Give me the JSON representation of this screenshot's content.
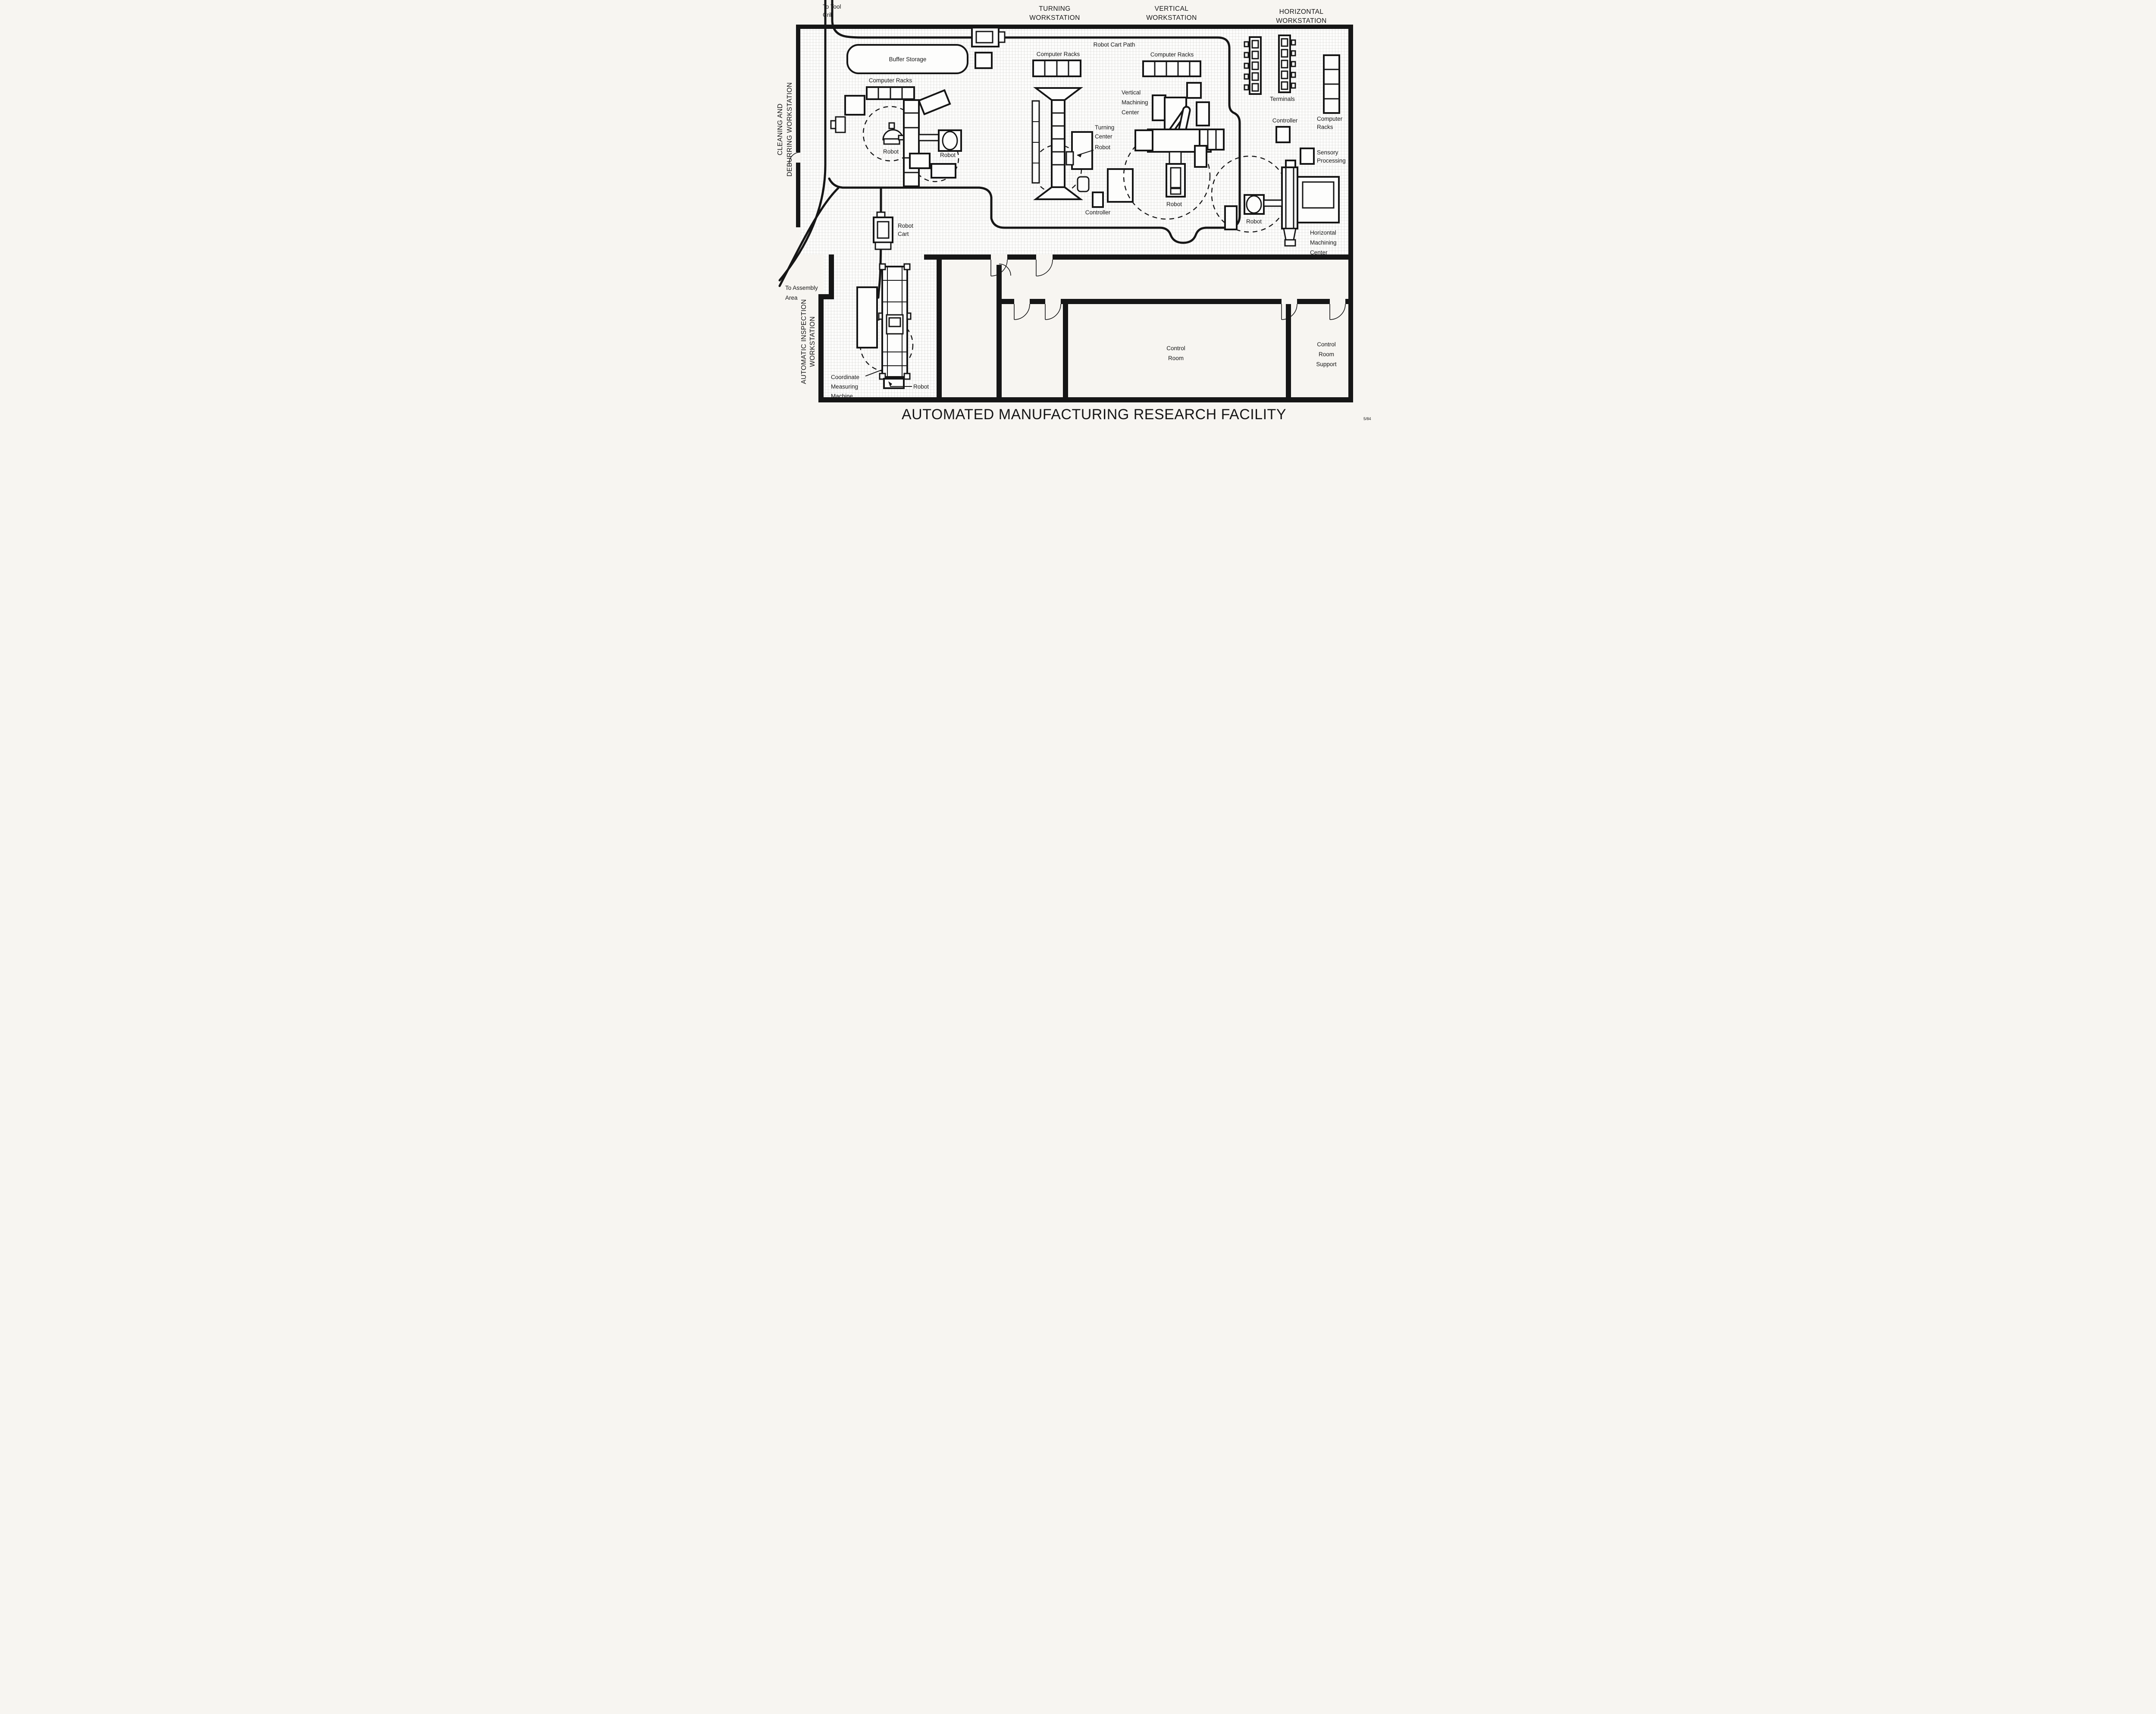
{
  "title": "AUTOMATED MANUFACTURING RESEARCH FACILITY",
  "revision": "5/84",
  "headers": {
    "turning": [
      "TURNING",
      "WORKSTATION"
    ],
    "vertical": [
      "VERTICAL",
      "WORKSTATION"
    ],
    "horizontal": [
      "HORIZONTAL",
      "WORKSTATION"
    ],
    "cleaning": [
      "CLEANING AND",
      "DEBURRING WORKSTATION"
    ],
    "inspection": [
      "AUTOMATIC INSPECTION",
      "WORKSTATION"
    ]
  },
  "labels": {
    "to_tool_crib": [
      "To Tool",
      "Crib"
    ],
    "to_assembly_area": [
      "To Assembly",
      "Area"
    ],
    "robot_cart_path": "Robot Cart Path",
    "buffer_storage": "Buffer Storage",
    "computer_racks": "Computer Racks",
    "computer_racks_lines": [
      "Computer",
      "Racks"
    ],
    "robot": "Robot",
    "robot_cart": [
      "Robot",
      "Cart"
    ],
    "turning_center": [
      "Turning",
      "Center"
    ],
    "controller": "Controller",
    "vertical_machining_center": [
      "Vertical",
      "Machining",
      "Center"
    ],
    "horizontal_machining_center": [
      "Horizontal",
      "Machining",
      "Center"
    ],
    "terminals": "Terminals",
    "sensory_processing": [
      "Sensory",
      "Processing"
    ],
    "control_room": [
      "Control",
      "Room"
    ],
    "control_room_support": [
      "Control",
      "Room",
      "Support"
    ],
    "coordinate_measuring_machine": [
      "Coordinate",
      "Measuring",
      "Machine"
    ]
  }
}
